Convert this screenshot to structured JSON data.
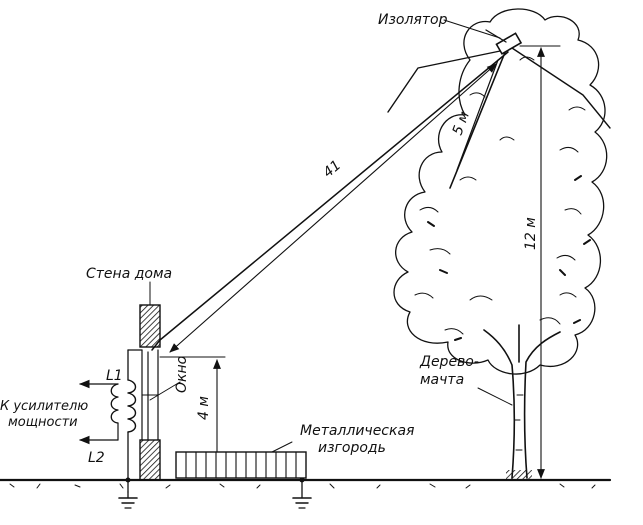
{
  "labels": {
    "insulator": "Изолятор",
    "house_wall": "Стена дома",
    "window": "Окно",
    "to_amplifier_line1": "К усилителю",
    "to_amplifier_line2": "мощности",
    "coil_l1": "L1",
    "coil_l2": "L2",
    "fence_line1": "Металлическая",
    "fence_line2": "изгородь",
    "tree_mast_line1": "Дерево-",
    "tree_mast_line2": "мачта"
  },
  "dimensions": {
    "lead_length": "41",
    "top_wire": "5 м",
    "window_height": "4 м",
    "mast_height": "12 м"
  },
  "colors": {
    "ink": "#111111",
    "background": "#ffffff"
  }
}
